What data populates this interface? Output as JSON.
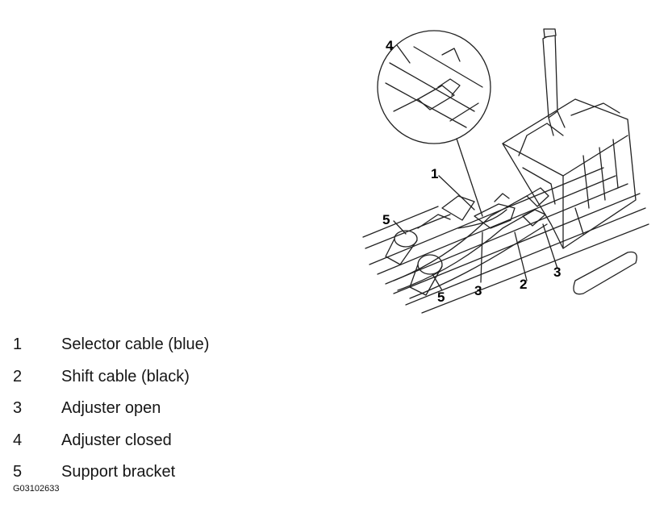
{
  "diagram": {
    "callouts": [
      "1",
      "2",
      "3",
      "3",
      "4",
      "5",
      "5"
    ],
    "inset_label": "4"
  },
  "legend": [
    {
      "number": "1",
      "label": "Selector cable (blue)"
    },
    {
      "number": "2",
      "label": "Shift cable (black)"
    },
    {
      "number": "3",
      "label": "Adjuster open"
    },
    {
      "number": "4",
      "label": "Adjuster closed"
    },
    {
      "number": "5",
      "label": "Support bracket"
    }
  ],
  "figure_id": "G03102633"
}
